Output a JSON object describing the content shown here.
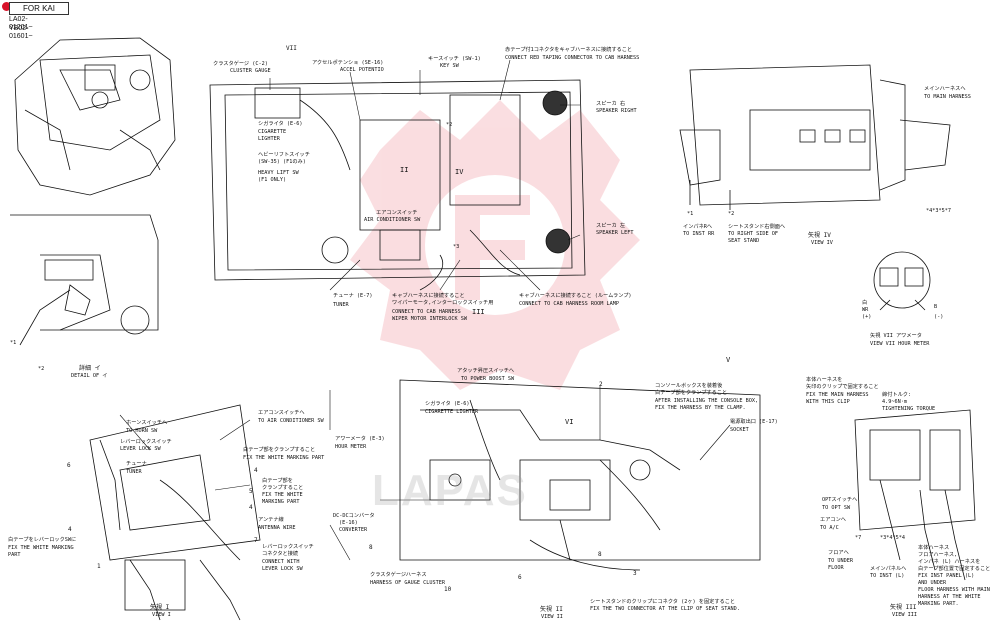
{
  "header": {
    "badge": "FOR KAI",
    "serial_1": "LA02-01201~",
    "serial_2": "YB02-01601~"
  },
  "watermark": {
    "text": "LAPAS"
  },
  "colors": {
    "watermark": "#f2a0a8",
    "line": "#111111",
    "badge_dot": "#d8122a"
  },
  "labels": {
    "vii_top": "VII",
    "cluster_gauge_jp": "クラスタゲージ (C-2)",
    "cluster_gauge_en": "CLUSTER GAUGE",
    "accel_jp": "アクセルポテンショ (SE-16)",
    "accel_en": "ACCEL POTENTIO",
    "key_sw_jp": "キースイッチ (SW-1)",
    "key_sw_en": "KEY SW",
    "red_tape_jp": "赤テープ付1コネクタをキャブハーネスに接続すること",
    "red_tape_en": "CONNECT RED TAPING CONNECTOR TO CAB HARNESS",
    "cig_top_jp": "シガライタ (E-6)",
    "cig_top_en1": "CIGARETTE",
    "cig_top_en2": "LIGHTER",
    "heavy_jp1": "ヘビーリフトスイッチ",
    "heavy_jp2": "(SW-35) (F1のみ)",
    "heavy_en1": "HEAVY LIFT SW",
    "heavy_en2": "(F1 ONLY)",
    "speaker_r_jp": "スピーカ 右",
    "speaker_r_en": "SPEAKER RIGHT",
    "speaker_l_jp": "スピーカ 左",
    "speaker_l_en": "SPEAKER LEFT",
    "ac_sw_jp": "エアコンスイッチ",
    "ac_sw_en": "AIR CONDITIONER SW",
    "iv_mark": "IV",
    "ii_mark": "II",
    "iii_mark": "III",
    "tuner_jp": "チューナ (E-7)",
    "tuner_en": "TUNER",
    "wiper_jp1": "キャブハーネスに接続すること",
    "wiper_jp2": "ワイパーモータ,インターロックスイッチ用",
    "wiper_en1": "CONNECT TO CAB HARNESS",
    "wiper_en2": "WIPER MOTOR INTERLOCK SW",
    "room_jp": "キャブハーネスに接続すること (ルームランプ)",
    "room_en": "CONNECT TO CAB HARNESS ROOM LAMP",
    "mark_2_top": "*2",
    "mark_3_top": "*3",
    "main_harness_jp": "メインハーネスへ",
    "main_harness_en": "TO MAIN HARNESS",
    "inst_panel_jp": "インパネRへ",
    "inst_panel_en": "TO INST RR",
    "seat_stand_jp": "シートスタンド右側面へ",
    "seat_stand_en1": "TO RIGHT SIDE OF",
    "seat_stand_en2": "SEAT STAND",
    "view_iv_jp": "矢視 IV",
    "view_iv_en": "VIEW IV",
    "mark_1_r": "*1",
    "mark_2_r": "*2",
    "marks_right": "*4*3*5*7",
    "detail_i_jp": "詳細 イ",
    "detail_i_en": "DETAIL OF イ",
    "mark_1_l": "*1",
    "mark_2_l": "*2",
    "hour_meter_view_jp": "矢視 VII  アワメータ",
    "hour_meter_view_en": "VIEW VII HOUR METER",
    "wr_label": "白",
    "wr_en": "WR",
    "plus": "(+)",
    "b_label": "B",
    "minus": "(-)",
    "horn_jp": "ホーンスイッチへ",
    "horn_en": "TO HORN SW",
    "lever_lock_jp": "レバーロックスイッチ",
    "lever_lock_en": "LEVER LOCK SW",
    "tuner2_jp": "チューナ",
    "tuner2_en": "TUNER",
    "ac2_jp": "エアコンスイッチへ",
    "ac2_en": "TO AIR CONDITIONER SW",
    "white_clamp_jp": "白テープ部をクランプすること",
    "white_clamp_en": "FIX THE WHITE MARKING PART",
    "white_fix_jp": "白テープ部を",
    "white_fix_jp2": "クランプすること",
    "white_fix_en1": "FIX THE WHITE",
    "white_fix_en2": "MARKING PART",
    "antenna_jp": "アンテナ線",
    "antenna_en": "ANTENNA WIRE",
    "lever_conn_jp1": "レバーロックスイッチ",
    "lever_conn_jp2": "コネクタと接続",
    "lever_conn_en1": "CONNECT WITH",
    "lever_conn_en2": "LEVER LOCK SW",
    "white_lever_jp": "白テープをレバーロックSWに",
    "white_lever_en1": "FIX THE WHITE MARKING",
    "white_lever_en2": "PART",
    "view_i_jp": "矢視 I",
    "view_i_en": "VIEW I",
    "num_6": "6",
    "num_4a": "4",
    "num_4b": "4",
    "num_4c": "4",
    "num_5": "5",
    "num_7": "7",
    "num_1": "1",
    "power_boost_jp": "アタッチ昇圧スイッチへ",
    "power_boost_en": "TO POWER BOOST SW",
    "cig2_jp": "シガライタ (E-6)",
    "cig2_en": "CIGARETTE LIGHTER",
    "hour_meter_jp": "アワーメータ (E-3)",
    "hour_meter_en": "HOUR METER",
    "console_jp1": "コンソールボックスを装着後",
    "console_jp2": "白テープ部をクランプすること",
    "console_en1": "AFTER INSTALLING THE CONSOLE BOX,",
    "console_en2": "FIX THE HARNESS BY THE CLAMP.",
    "socket_jp": "電源取出口 (E-17)",
    "socket_en": "SOCKET",
    "dcdc_jp": "DC-DCコンバータ",
    "dcdc_jp2": "(E-16)",
    "dcdc_en": "CONVERTER",
    "gauge_harness_jp": "クラスタゲージハーネス",
    "gauge_harness_en": "HARNESS OF GAUGE CLUSTER",
    "seat_clip_jp": "シートスタンドのクリップにコネクタ (2ヶ) を固定すること",
    "seat_clip_en": "FIX THE TWO CONNECTOR AT THE CLIP OF SEAT STAND.",
    "view_ii_jp": "矢視 II",
    "view_ii_en": "VIEW II",
    "v_mark": "V",
    "vi_mark": "VI",
    "num_2": "2",
    "num_8a": "8",
    "num_8b": "8",
    "num_6b": "6",
    "num_10": "10",
    "num_3": "3",
    "main_clip_jp1": "本体ハーネスを",
    "main_clip_jp2": "矢印のクリップで固定すること",
    "main_clip_en1": "FIX THE MAIN HARNESS",
    "main_clip_en2": "WITH THIS CLIP",
    "torque_jp": "締付トルク:",
    "torque_val": "4.9~6N·m",
    "torque_en": "TIGHTENING TORQUE",
    "opt_sw_jp": "OPTスイッチへ",
    "opt_sw_en": "TO OPT SW",
    "ac_to_jp": "エアコンへ",
    "ac_to_en": "TO A/C",
    "floor_jp": "フロアへ",
    "floor_en1": "TO UNDER",
    "floor_en2": "FLOOR",
    "inst_l_jp": "メインパネルへ",
    "inst_l_en": "TO INST (L)",
    "marks_bottom": "*3*4*5*4",
    "mark_7": "*7",
    "main_harness_fix_jp1": "本体ハーネス",
    "main_harness_fix_jp2": "フロアハーネス,",
    "main_harness_fix_jp3": "インパネ (L) ハーネスを",
    "main_harness_fix_jp4": "白テープ部位置で固定すること",
    "main_harness_fix_en1": "FIX INST PANEL (L)",
    "main_harness_fix_en2": "AND UNDER",
    "main_harness_fix_en3": "FLOOR HARNESS WITH MAIN",
    "main_harness_fix_en4": "HARNESS AT THE WHITE",
    "main_harness_fix_en5": "MARKING PART.",
    "view_iii_jp": "矢視 III",
    "view_iii_en": "VIEW III"
  }
}
